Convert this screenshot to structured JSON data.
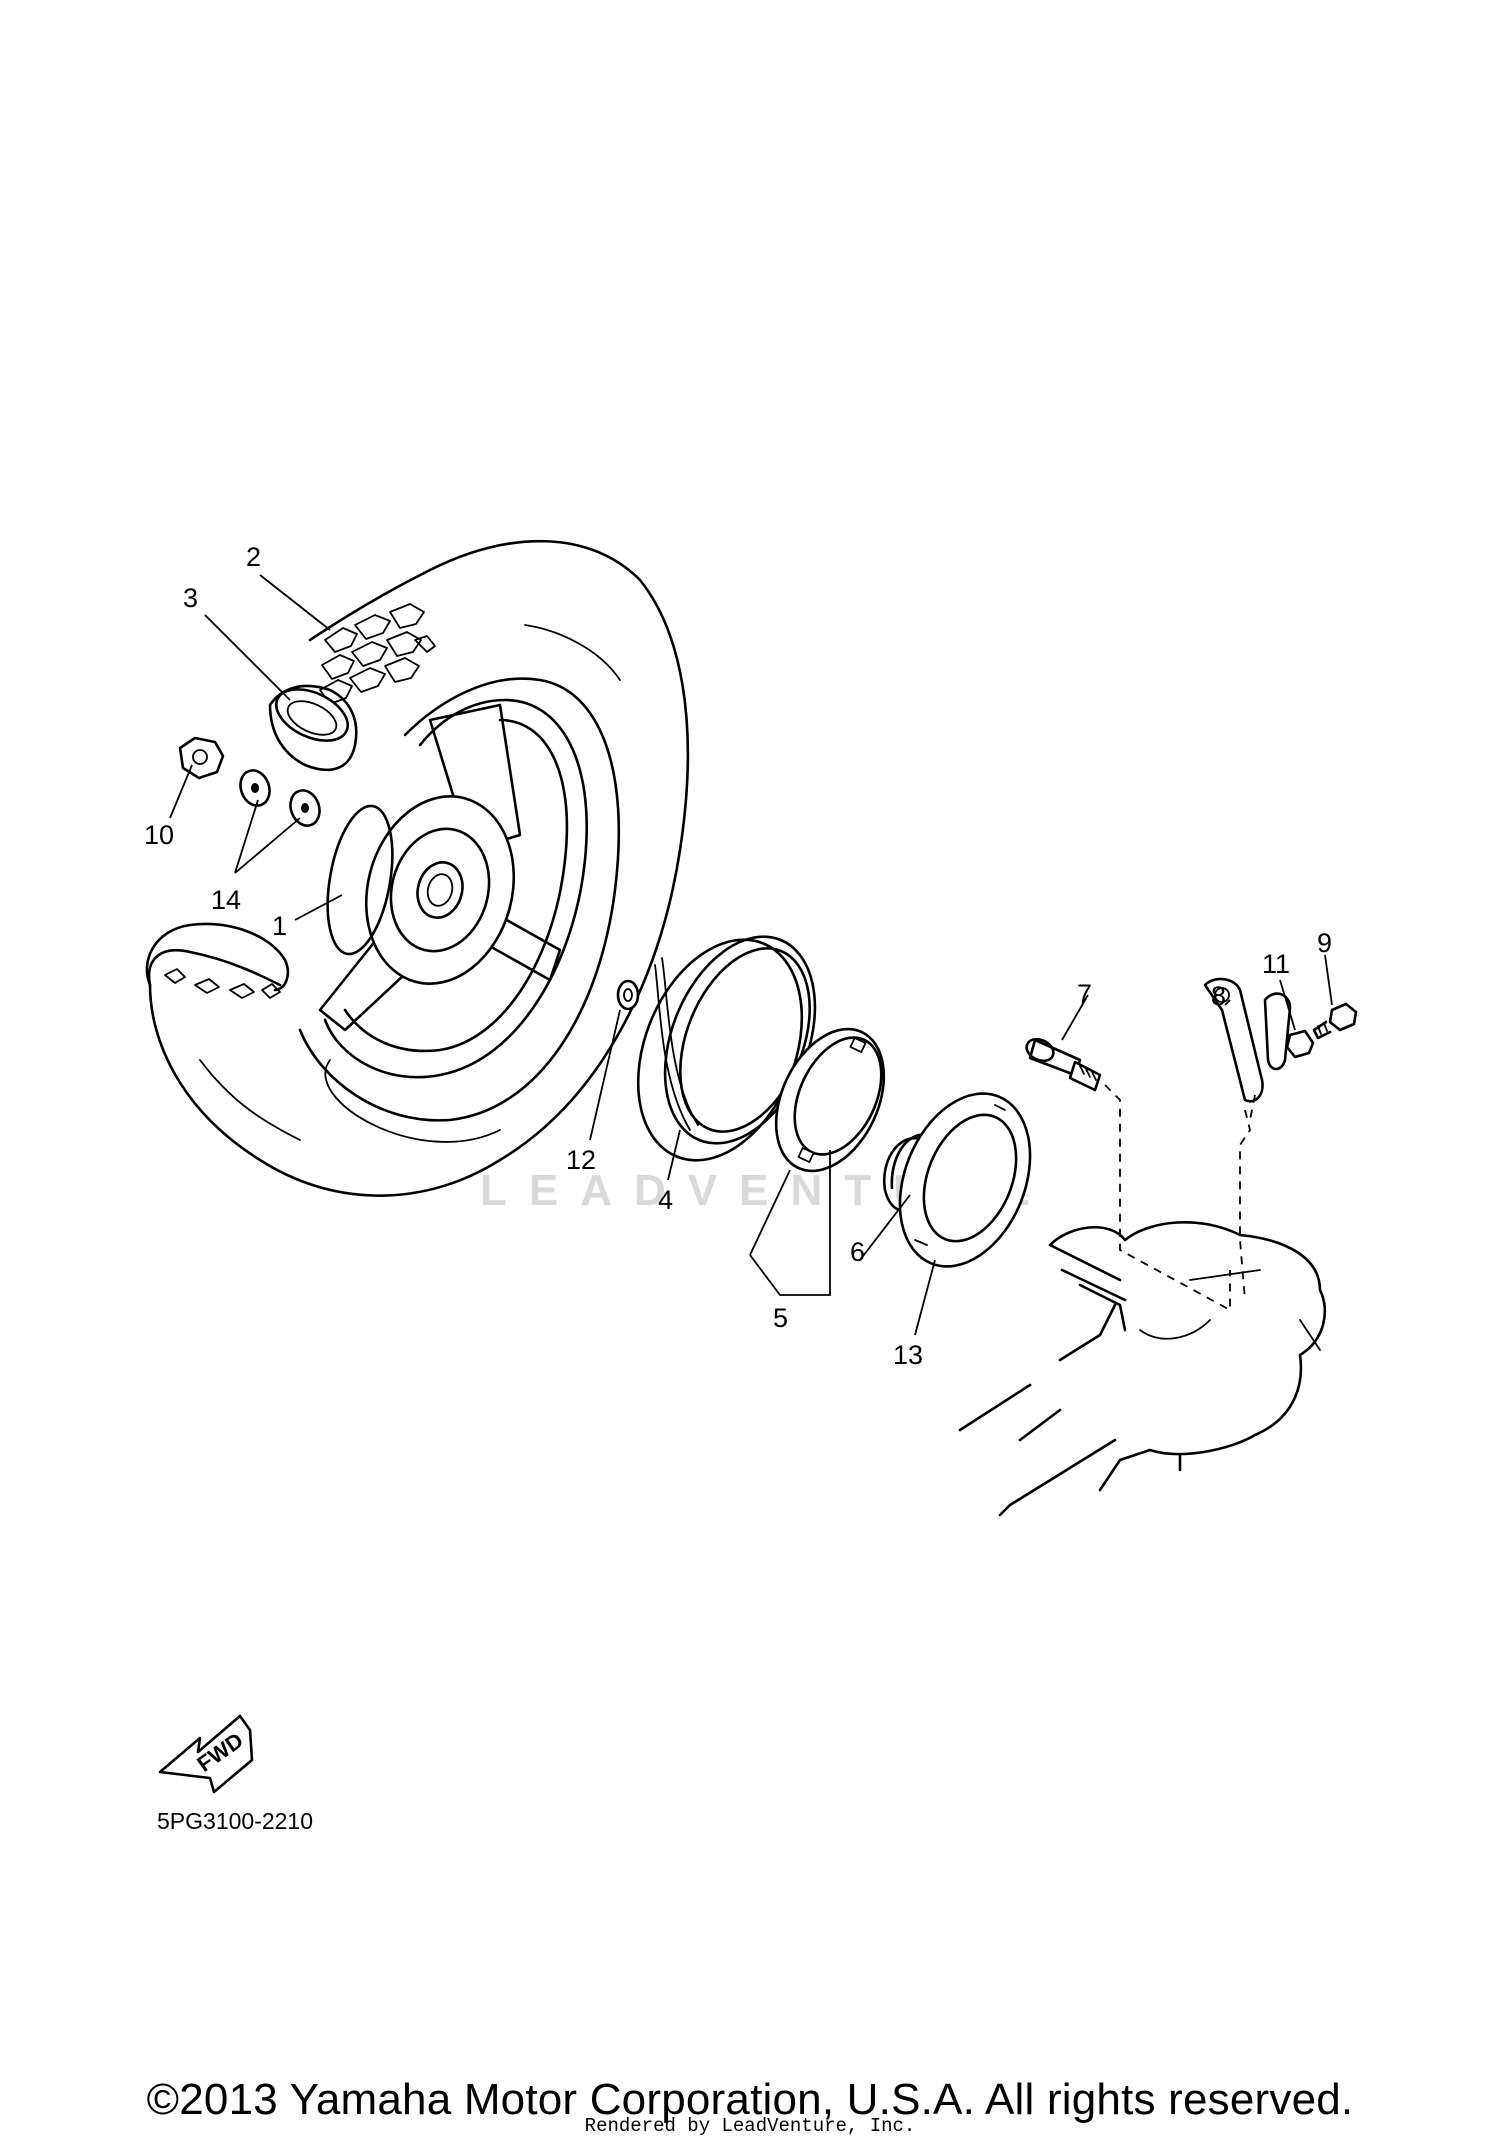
{
  "callouts": [
    {
      "num": "1"
    },
    {
      "num": "2"
    },
    {
      "num": "3"
    },
    {
      "num": "4"
    },
    {
      "num": "5"
    },
    {
      "num": "6"
    },
    {
      "num": "7"
    },
    {
      "num": "8"
    },
    {
      "num": "9"
    },
    {
      "num": "10"
    },
    {
      "num": "11"
    },
    {
      "num": "12"
    },
    {
      "num": "13"
    },
    {
      "num": "14"
    }
  ],
  "fwd_label": "FWD",
  "diagram_code": "5PG3100-2210",
  "watermark": "LEADVENTURE",
  "copyright": "©2013 Yamaha Motor Corporation, U.S.A. All rights reserved.",
  "render_credit": "Rendered by LeadVenture, Inc."
}
